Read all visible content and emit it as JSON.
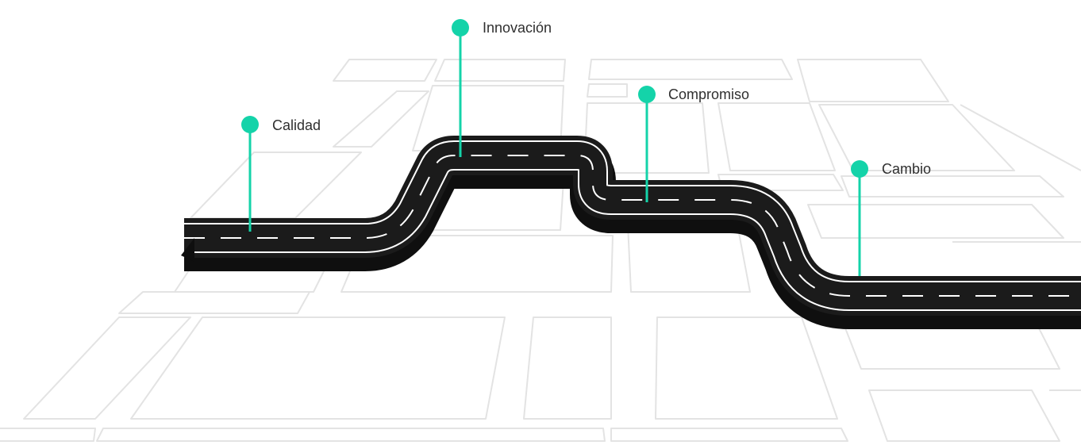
{
  "milestones": [
    {
      "label": "Calidad"
    },
    {
      "label": "Innovación"
    },
    {
      "label": "Compromiso"
    },
    {
      "label": "Cambio"
    }
  ],
  "colors": {
    "accent": "#14d3a9",
    "road": "#1b1b1b",
    "road_edge": "#ffffff",
    "map_lines": "#e3e3e3",
    "text": "#2f2f2f"
  },
  "icons": [
    "milestone-pin-icon"
  ]
}
